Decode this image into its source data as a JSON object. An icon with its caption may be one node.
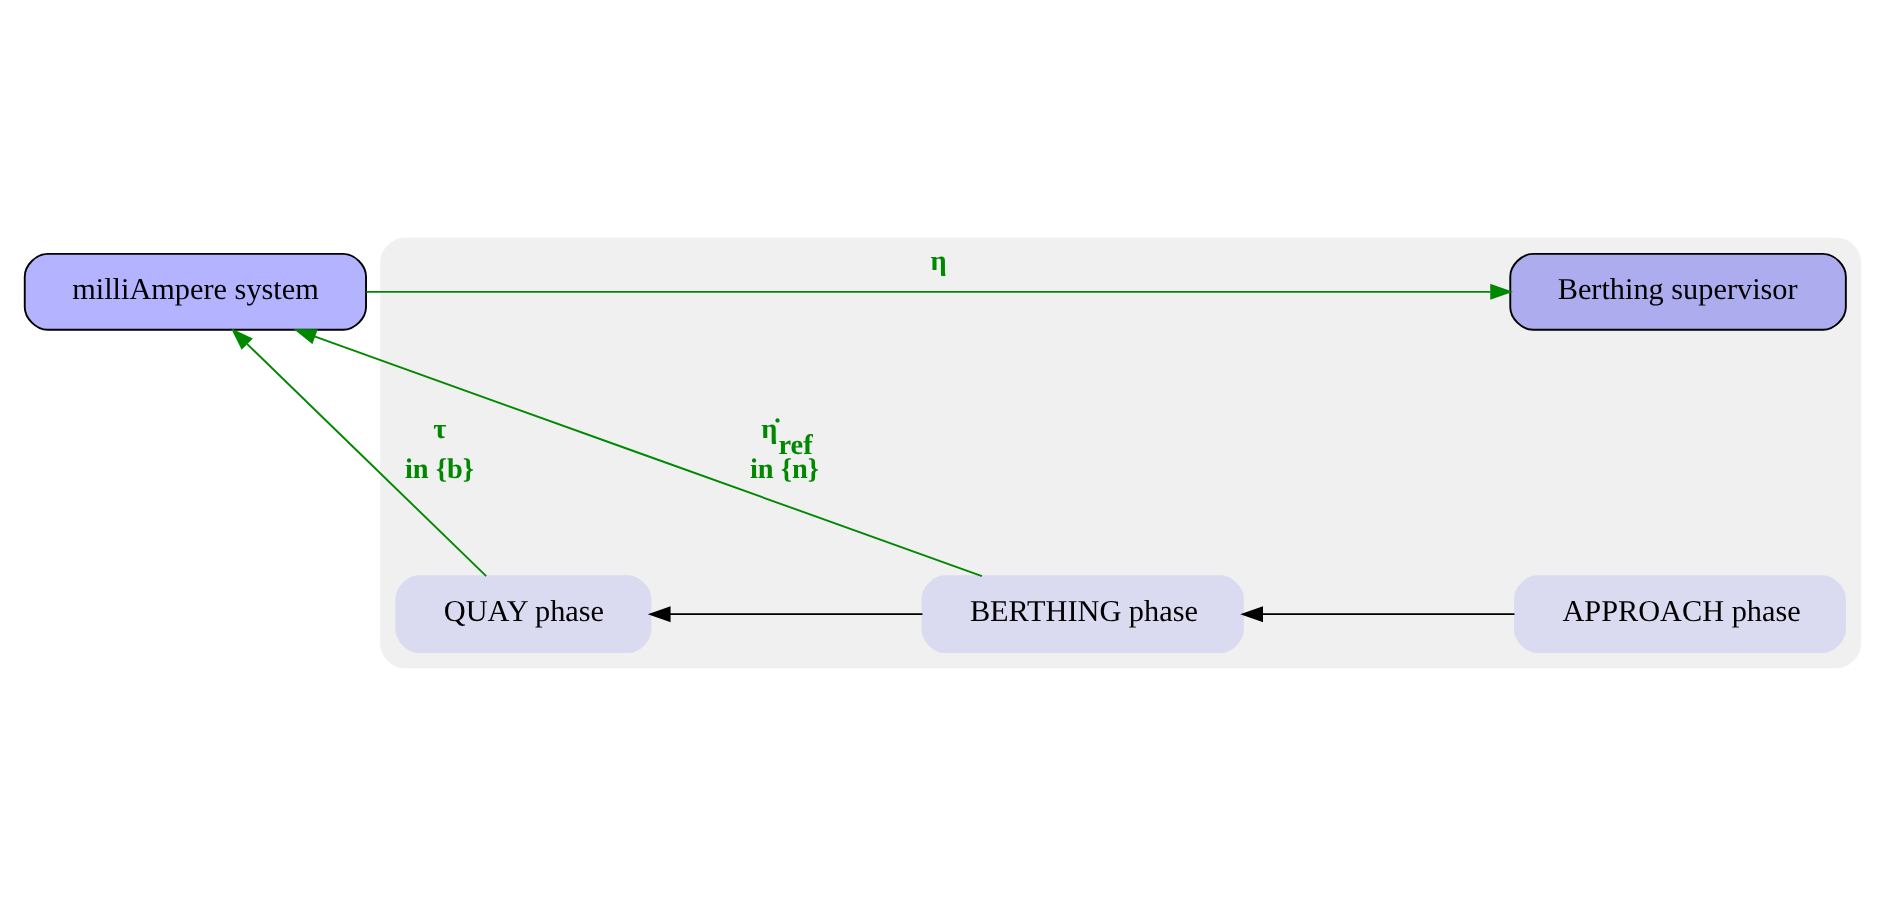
{
  "diagram": {
    "nodes": [
      {
        "text": [
          "milliAmpere system"
        ]
      },
      {
        "text": [],
        "shape": "box"
      },
      {
        "text": [
          "Berthing supervisor"
        ],
        "in": 1
      },
      {
        "text": [
          "APPROACH phase"
        ],
        "in": 1
      },
      {
        "text": [
          "BERTHING phase"
        ],
        "in": 1
      },
      {
        "text": [
          "QUAY phase"
        ],
        "in": 1
      }
    ],
    "edges": [
      {
        "from": 0,
        "to": 2,
        "arrow": "to",
        "label": "η"
      },
      {
        "from": 4,
        "to": 0,
        "arrow": "to",
        "label": "η̇$_{ref}$ in {n}"
      },
      {
        "from": 5,
        "to": 0,
        "arrow": "to",
        "label": "τ in {b}"
      },
      {
        "from": 3,
        "to": 4,
        "arrow": "to",
        "color": "#000000"
      },
      {
        "from": 4,
        "to": 5,
        "arrow": "to",
        "color": "#000000"
      }
    ]
  }
}
